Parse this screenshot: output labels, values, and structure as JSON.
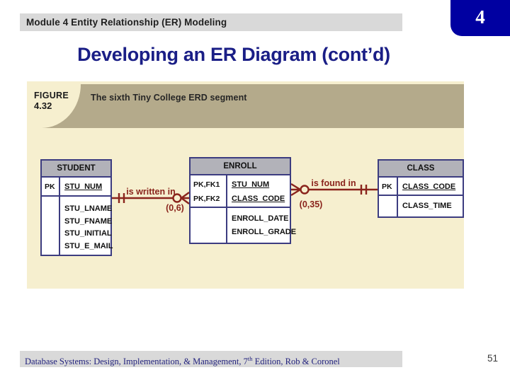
{
  "colors": {
    "accent_navy": "#1a1e86",
    "table_border_navy": "#3c3c80",
    "entity_header_gray": "#b2b2b9",
    "figure_tan": "#b4aa8b",
    "figure_cream": "#f6efcf",
    "relationship_maroon": "#8a241c",
    "chapter_box_blue": "#0000a1",
    "bar_gray": "#d9d9d9"
  },
  "header": {
    "module_label": "Module 4 Entity Relationship (ER) Modeling",
    "chapter_number": "4"
  },
  "title": "Developing an ER Diagram (cont’d)",
  "figure": {
    "label_top": "FIGURE",
    "label_number": "4.32",
    "caption": "The sixth Tiny College ERD segment"
  },
  "diagram": {
    "entities": [
      {
        "name": "STUDENT",
        "pk_label": "PK",
        "pk_attrs": [
          "STU_NUM"
        ],
        "attributes": [
          "STU_LNAME",
          "STU_FNAME",
          "STU_INITIAL",
          "STU_E_MAIL"
        ]
      },
      {
        "name": "ENROLL",
        "pk_label": [
          "PK,FK1",
          "PK,FK2"
        ],
        "pk_attrs": [
          "STU_NUM",
          "CLASS_CODE"
        ],
        "attributes": [
          "ENROLL_DATE",
          "ENROLL_GRADE"
        ]
      },
      {
        "name": "CLASS",
        "pk_label": "PK",
        "pk_attrs": [
          "CLASS_CODE"
        ],
        "attributes": [
          "CLASS_TIME"
        ]
      }
    ],
    "relationships": [
      {
        "label": "is written in",
        "cardinality": "(0,6)",
        "from": "STUDENT",
        "to": "ENROLL",
        "from_connector": "mandatory-one",
        "to_connector": "optional-many"
      },
      {
        "label": "is found in",
        "cardinality": "(0,35)",
        "from": "ENROLL",
        "to": "CLASS",
        "from_connector": "optional-many",
        "to_connector": "mandatory-one"
      }
    ]
  },
  "footer": {
    "reference_prefix": "Database Systems: Design, Implementation, & Management, 7",
    "reference_superscript": "th",
    "reference_suffix": " Edition, Rob & Coronel",
    "page_number": "51"
  }
}
